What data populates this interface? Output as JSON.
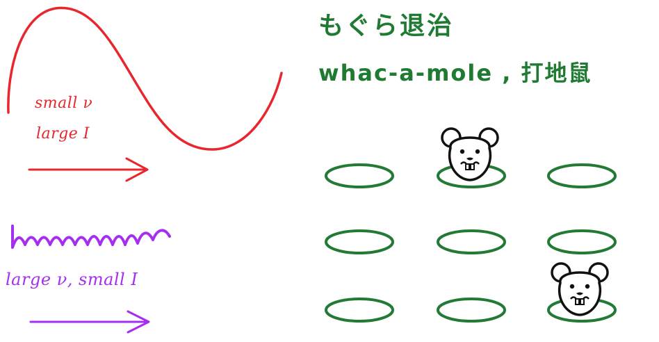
{
  "colors": {
    "red": "#e8262d",
    "purple": "#a52ff0",
    "green": "#237a35",
    "ink": "#111111"
  },
  "wave_panel": {
    "top_label_line1": "small ν",
    "top_label_line2": "large I",
    "bottom_label": "large ν, small I"
  },
  "game_panel": {
    "title_jp": "もぐら退治",
    "title_en_cn": "whac-a-mole , 打地鼠",
    "grid": {
      "rows": 3,
      "cols": 3,
      "moles": [
        {
          "row": 1,
          "col": 2
        },
        {
          "row": 3,
          "col": 3
        }
      ]
    }
  }
}
